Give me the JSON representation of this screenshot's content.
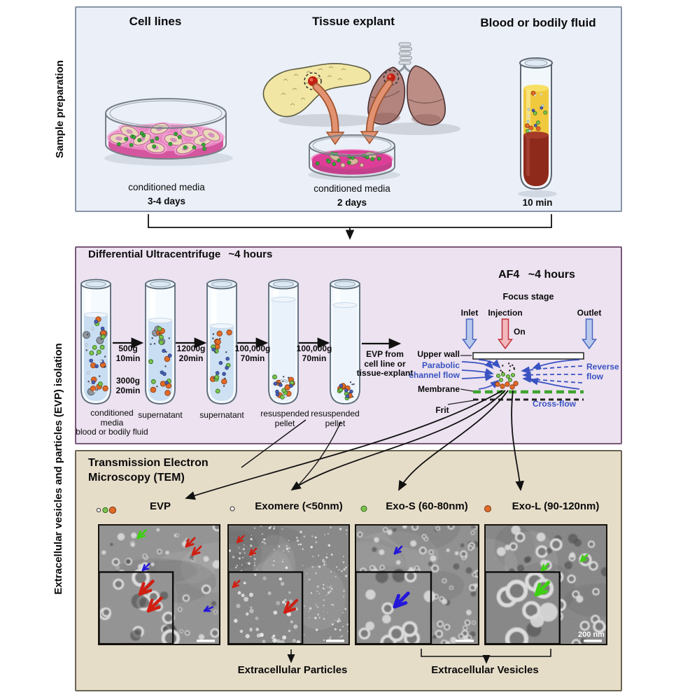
{
  "side_labels": {
    "top": "Sample preparation",
    "bottom": "Extracellular vesicles and particles (EVP) isolation"
  },
  "top_panel": {
    "col1_title": "Cell lines",
    "col2_title": "Tissue explant",
    "col3_title": "Blood or bodily fluid",
    "col1_caption": "conditioned media",
    "col1_duration": "3-4 days",
    "col2_caption": "conditioned media",
    "col2_duration": "2 days",
    "col3_duration": "10 min"
  },
  "middle_panel": {
    "title": "Differential Ultracentrifuge",
    "title_time": "~4 hours",
    "tube1_line1": "conditioned",
    "tube1_line2": "media",
    "tube1_line3": "blood or bodily fluid",
    "tube2_label": "supernatant",
    "tube3_label": "supernatant",
    "tube4_line1": "resuspended",
    "tube4_line2": "pellet",
    "tube5_line1": "resuspended",
    "tube5_line2": "pellet",
    "step1a": "500g",
    "step1b": "10min",
    "step1c": "3000g",
    "step1d": "20min",
    "step2a": "12000g",
    "step2b": "20min",
    "step3a": "100,000g",
    "step3b": "70min",
    "step4a": "100,000g",
    "step4b": "70min",
    "evp_line1": "EVP from",
    "evp_line2": "cell line or",
    "evp_line3": "tissue-explant",
    "af4": {
      "title": "AF4",
      "time": "~4 hours",
      "subtitle": "Focus stage",
      "inlet": "Inlet",
      "injection": "Injection",
      "on": "On",
      "outlet": "Outlet",
      "upper_wall": "Upper wall",
      "parabolic1": "Parabolic",
      "parabolic2": "channel flow",
      "membrane": "Membrane",
      "frit": "Frit",
      "reverse1": "Reverse",
      "reverse2": "flow",
      "cross_flow": "Cross-flow"
    }
  },
  "bottom_panel": {
    "title_line1": "Transmission Electron",
    "title_line2": "Microscopy (TEM)",
    "images": [
      {
        "label": "EVP",
        "arrows": [
          "green",
          "red",
          "blue"
        ]
      },
      {
        "label": "Exomere (<50nm)",
        "arrows": [
          "red"
        ]
      },
      {
        "label": "Exo-S (60-80nm)",
        "arrows": [
          "blue"
        ]
      },
      {
        "label": "Exo-L (90-120nm)",
        "arrows": [
          "green"
        ]
      }
    ],
    "scale_label": "200 nm",
    "group_particles": "Extracellular Particles",
    "group_vesicles": "Extracellular Vesicles"
  },
  "colors": {
    "panel_top_bg": "#eaeff8",
    "panel_top_border": "#8895a5",
    "panel_mid_bg": "#ece2f0",
    "panel_mid_border": "#7a5878",
    "panel_bottom_bg": "#e6ddc9",
    "panel_bottom_border": "#6a6552",
    "blue_text": "#3a53c2",
    "evp_orange": "#e06a28",
    "evp_green": "#7cc34e",
    "evp_blue": "#4a5fb0",
    "evp_gray": "#8f969e",
    "tem_arrow_red": "#cf1f12",
    "tem_arrow_green": "#3fcf12",
    "tem_arrow_blue": "#2417d8",
    "membrane_green": "#3fa32f",
    "media_pink": "#d4569e",
    "plasma_yellow": "#f0c93e",
    "blood_red": "#8e2a1c"
  }
}
